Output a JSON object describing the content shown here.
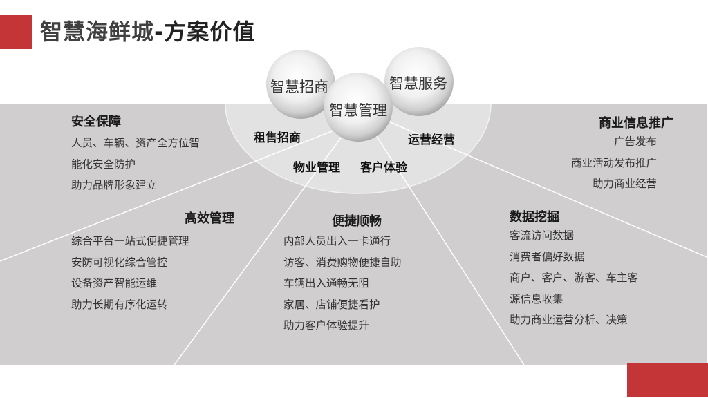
{
  "header": {
    "title_prefix": "智慧海鲜城",
    "title_suffix": "-方案价值"
  },
  "spheres": [
    {
      "label": "智慧招商"
    },
    {
      "label": "智慧管理"
    },
    {
      "label": "智慧服务"
    }
  ],
  "inner_labels": {
    "left": "租售招商",
    "right": "运营经营",
    "bottom_left": "物业管理",
    "bottom_right": "客户体验"
  },
  "sections": {
    "security": {
      "heading": "安全保障",
      "lines": [
        "人员、车辆、资产全方位智",
        "能化安全防护",
        "助力品牌形象建立"
      ]
    },
    "efficient": {
      "heading": "高效管理",
      "lines": [
        "综合平台一站式便捷管理",
        "安防可视化综合管控",
        "设备资产智能运维",
        "助力长期有序化运转"
      ]
    },
    "convenient": {
      "heading": "便捷顺畅",
      "lines": [
        "内部人员出入一卡通行",
        "访客、消费购物便捷自助",
        "车辆出入通畅无阻",
        "家居、店铺便捷看护",
        "助力客户体验提升"
      ]
    },
    "data_mining": {
      "heading": "数据挖掘",
      "lines": [
        "客流访问数据",
        "消费者偏好数据",
        "商户、客户、游客、车主客",
        "源信息收集",
        "助力商业运营分析、决策"
      ]
    },
    "promotion": {
      "heading": "商业信息推广",
      "lines": [
        "广告发布",
        "商业活动发布推广",
        "助力商业经营"
      ]
    },
    "colors": {
      "accent_red": "#c33536",
      "band_gray": "#d0cecf",
      "arc_light": "#e3e2e3"
    }
  }
}
